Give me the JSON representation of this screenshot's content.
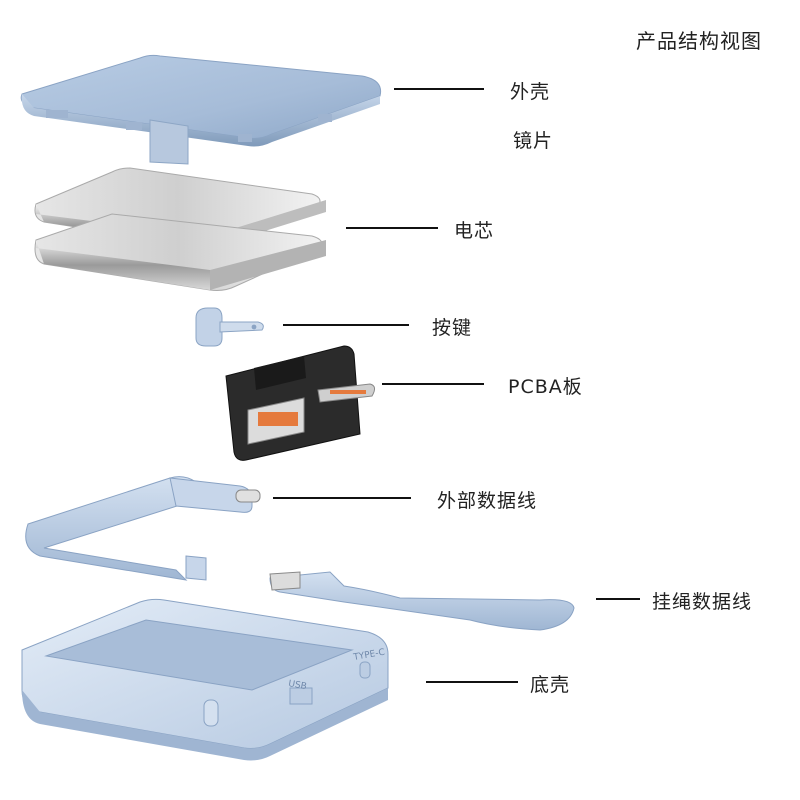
{
  "title": "产品结构视图",
  "parts": [
    {
      "id": "outer-shell",
      "label": "外壳"
    },
    {
      "id": "lens",
      "label": "镜片"
    },
    {
      "id": "battery-cell",
      "label": "电芯"
    },
    {
      "id": "button",
      "label": "按键"
    },
    {
      "id": "pcba-board",
      "label": "PCBA板"
    },
    {
      "id": "external-cable",
      "label": "外部数据线"
    },
    {
      "id": "lanyard-cable",
      "label": "挂绳数据线"
    },
    {
      "id": "bottom-shell",
      "label": "底壳"
    }
  ],
  "port_marks": {
    "usb": "USB",
    "type_c": "TYPE-C"
  },
  "colors": {
    "shell_blue": "#a9c2de",
    "shell_light": "#c9d9ec",
    "metal": "#c4c4c4",
    "pcb": "#2b2b2b",
    "usb_orange": "#e57a3d"
  }
}
